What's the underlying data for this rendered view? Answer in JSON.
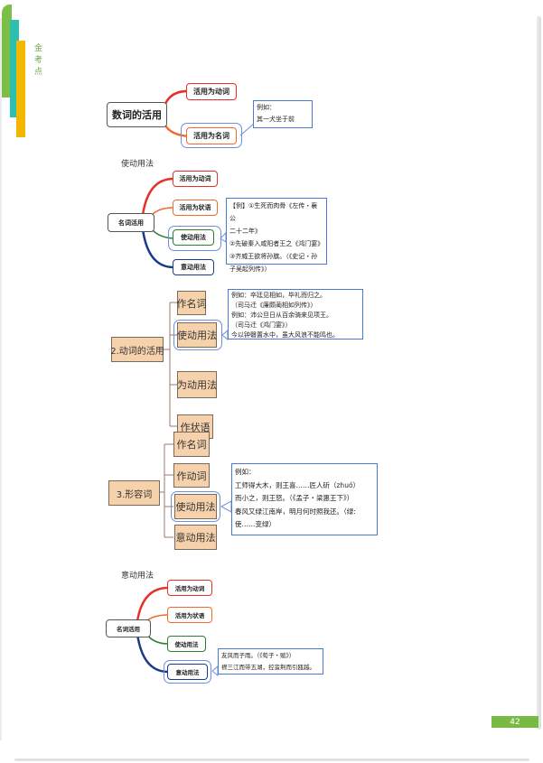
{
  "header": {
    "side_label": "金考点",
    "accent_colors": {
      "green": "#7cbf45",
      "teal": "#2fbfb0",
      "yellow": "#f2b800"
    }
  },
  "diagram1": {
    "root": "数词的活用",
    "branches": [
      "活用为动词",
      "活用为名词"
    ],
    "callout_lines": [
      "例如：",
      "其一犬坐于前"
    ]
  },
  "diagram2": {
    "section_title": "使动用法",
    "root": "名词活用",
    "branches": [
      "活用为动词",
      "活用为状语",
      "使动用法",
      "意动用法"
    ],
    "callout_lines": [
      "【例】①生死而肉骨《左传・襄公",
      "二十二年》",
      "②先破秦入咸阳者王之《鸿门宴》",
      "③齐威王欲将孙膑。（《史记・孙",
      "子吴起列传》）"
    ]
  },
  "diagram3": {
    "root": "2.动词的活用",
    "branches": [
      "作名词",
      "使动用法",
      "为动用法",
      "作状语"
    ],
    "callout_lines": [
      "例如：卒廷见相如，毕礼而归之。",
      "（司马迁《廉颇蔺相如列传》）",
      "例如：沛公旦日从百余骑来见项王。",
      "（司马迁《鸿门宴》）",
      "今以钟磬置水中，虽大风浪不能鸣也。"
    ]
  },
  "diagram4": {
    "root": "3.形容词",
    "branches": [
      "作名词",
      "作动词",
      "使动用法",
      "意动用法"
    ],
    "callout_lines": [
      "例如：",
      "工师得大木，则王喜……匠人斫（zhuó）",
      "而小之，则王怒。（《孟子・梁惠王下》）",
      "春风又绿江南岸，明月何时照我还。（绿:",
      "使……变绿）"
    ]
  },
  "diagram5": {
    "section_title": "意动用法",
    "root": "名词活用",
    "branches": [
      "活用为动词",
      "活用为状语",
      "使动用法",
      "意动用法"
    ],
    "callout_lines": [
      "友风而子雨。（《荀子・赋》）",
      "襟三江而带五湖，控蛮荆而引瓯越。"
    ]
  },
  "footer": {
    "page_number": "42",
    "page_number_bg": "#77bb45"
  }
}
